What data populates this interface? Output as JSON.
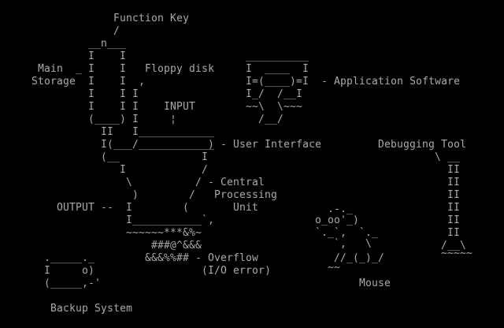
{
  "colors": {
    "background": "#000000",
    "foreground": "#a8a8a8"
  },
  "labels": {
    "function_key": "Function Key",
    "main": "Main",
    "storage": "Storage",
    "floppy_disk": "Floppy disk",
    "input": "INPUT",
    "application_software": "- Application Software",
    "user_interface": ") - User Interface",
    "debugging_tool": "Debugging Tool",
    "central": "- Central",
    "processing": "Processing",
    "unit": "Unit",
    "output": "OUTPUT --",
    "overflow": "- Overflow",
    "io_error": "(I/O error)",
    "mouse": "Mouse",
    "backup_system": "Backup System"
  },
  "art": {
    "fk_pointer": "/",
    "kb_r2": "__n___",
    "kb_r3": "I    I",
    "kb_r4": "_ I    I",
    "kb_r5": "I    I  ,",
    "kb_r6": "I    I I",
    "kb_r7": "I    I I",
    "kb_r8": "(____) I",
    "input_arrow": "¦",
    "ui_r10a": "II",
    "ui_r10b": "I____________",
    "ui_r11": "I(___/____________",
    "ui_r12a": "(__",
    "ui_r12b": "I",
    "cpu_r13a": "I",
    "cpu_r13b": "/",
    "cpu_r14a": "\\",
    "cpu_r14b": "/",
    "cpu_r15a": ")",
    "cpu_r15b": "/",
    "cpu_r16a": "I",
    "cpu_r16b": "(",
    "cpu_r17": "I___________`,",
    "cpu_r18": "~~~~~~***&%~",
    "ovf_r19": "###@^&&&",
    "ovf_r20": "&&&%%##",
    "app_r3": "__________",
    "app_r4": "I  ____  I",
    "app_r5": "I=(____)=I",
    "app_r6": "I_/  /__I",
    "app_r7": "~~\\  \\~~~",
    "app_r8": "/__/",
    "dbg_r12": "\\ __",
    "dbg_col": [
      "II",
      "II",
      "II",
      "II",
      "II",
      "II"
    ],
    "dbg_base": "/__\\",
    "dbg_foot": "~~~~~",
    "mouse_r16": ".-._",
    "mouse_r17": "o_oo'_)",
    "mouse_r18": "`._`,  `._",
    "mouse_r19": "`,   \\",
    "mouse_r20": "//_(_)_/",
    "mouse_r21": "~~",
    "bk_r20": "._____._",
    "bk_r21": "I     o)",
    "bk_r22": "(_____,-'"
  }
}
